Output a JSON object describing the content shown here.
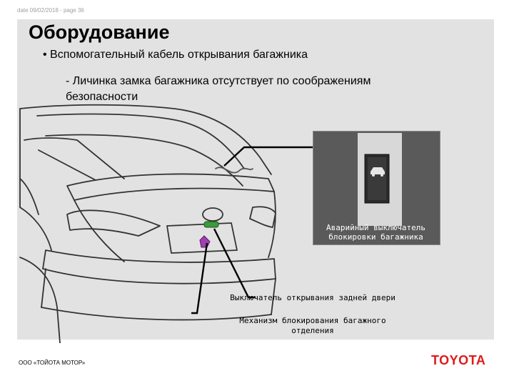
{
  "header": {
    "meta": "date 09/02/2018 - page 36",
    "title": "Оборудование"
  },
  "bullets": {
    "level1": "• Вспомогательный кабель открывания багажника",
    "level2": "- Личинка замка багажника отсутствует по соображениям безопасности"
  },
  "figure": {
    "inset_label": "Аварийный выключатель блокировки багажника",
    "callout_1": "Выключатель открывания задней двери",
    "callout_2": "Механизм блокирования багажного отделения"
  },
  "footer": {
    "company": "ООО «ТОЙОТА МОТОР»",
    "brand": "TOYOTA"
  },
  "colors": {
    "brand_red": "#e01a1a",
    "panel_gray": "#e2e2e2"
  }
}
